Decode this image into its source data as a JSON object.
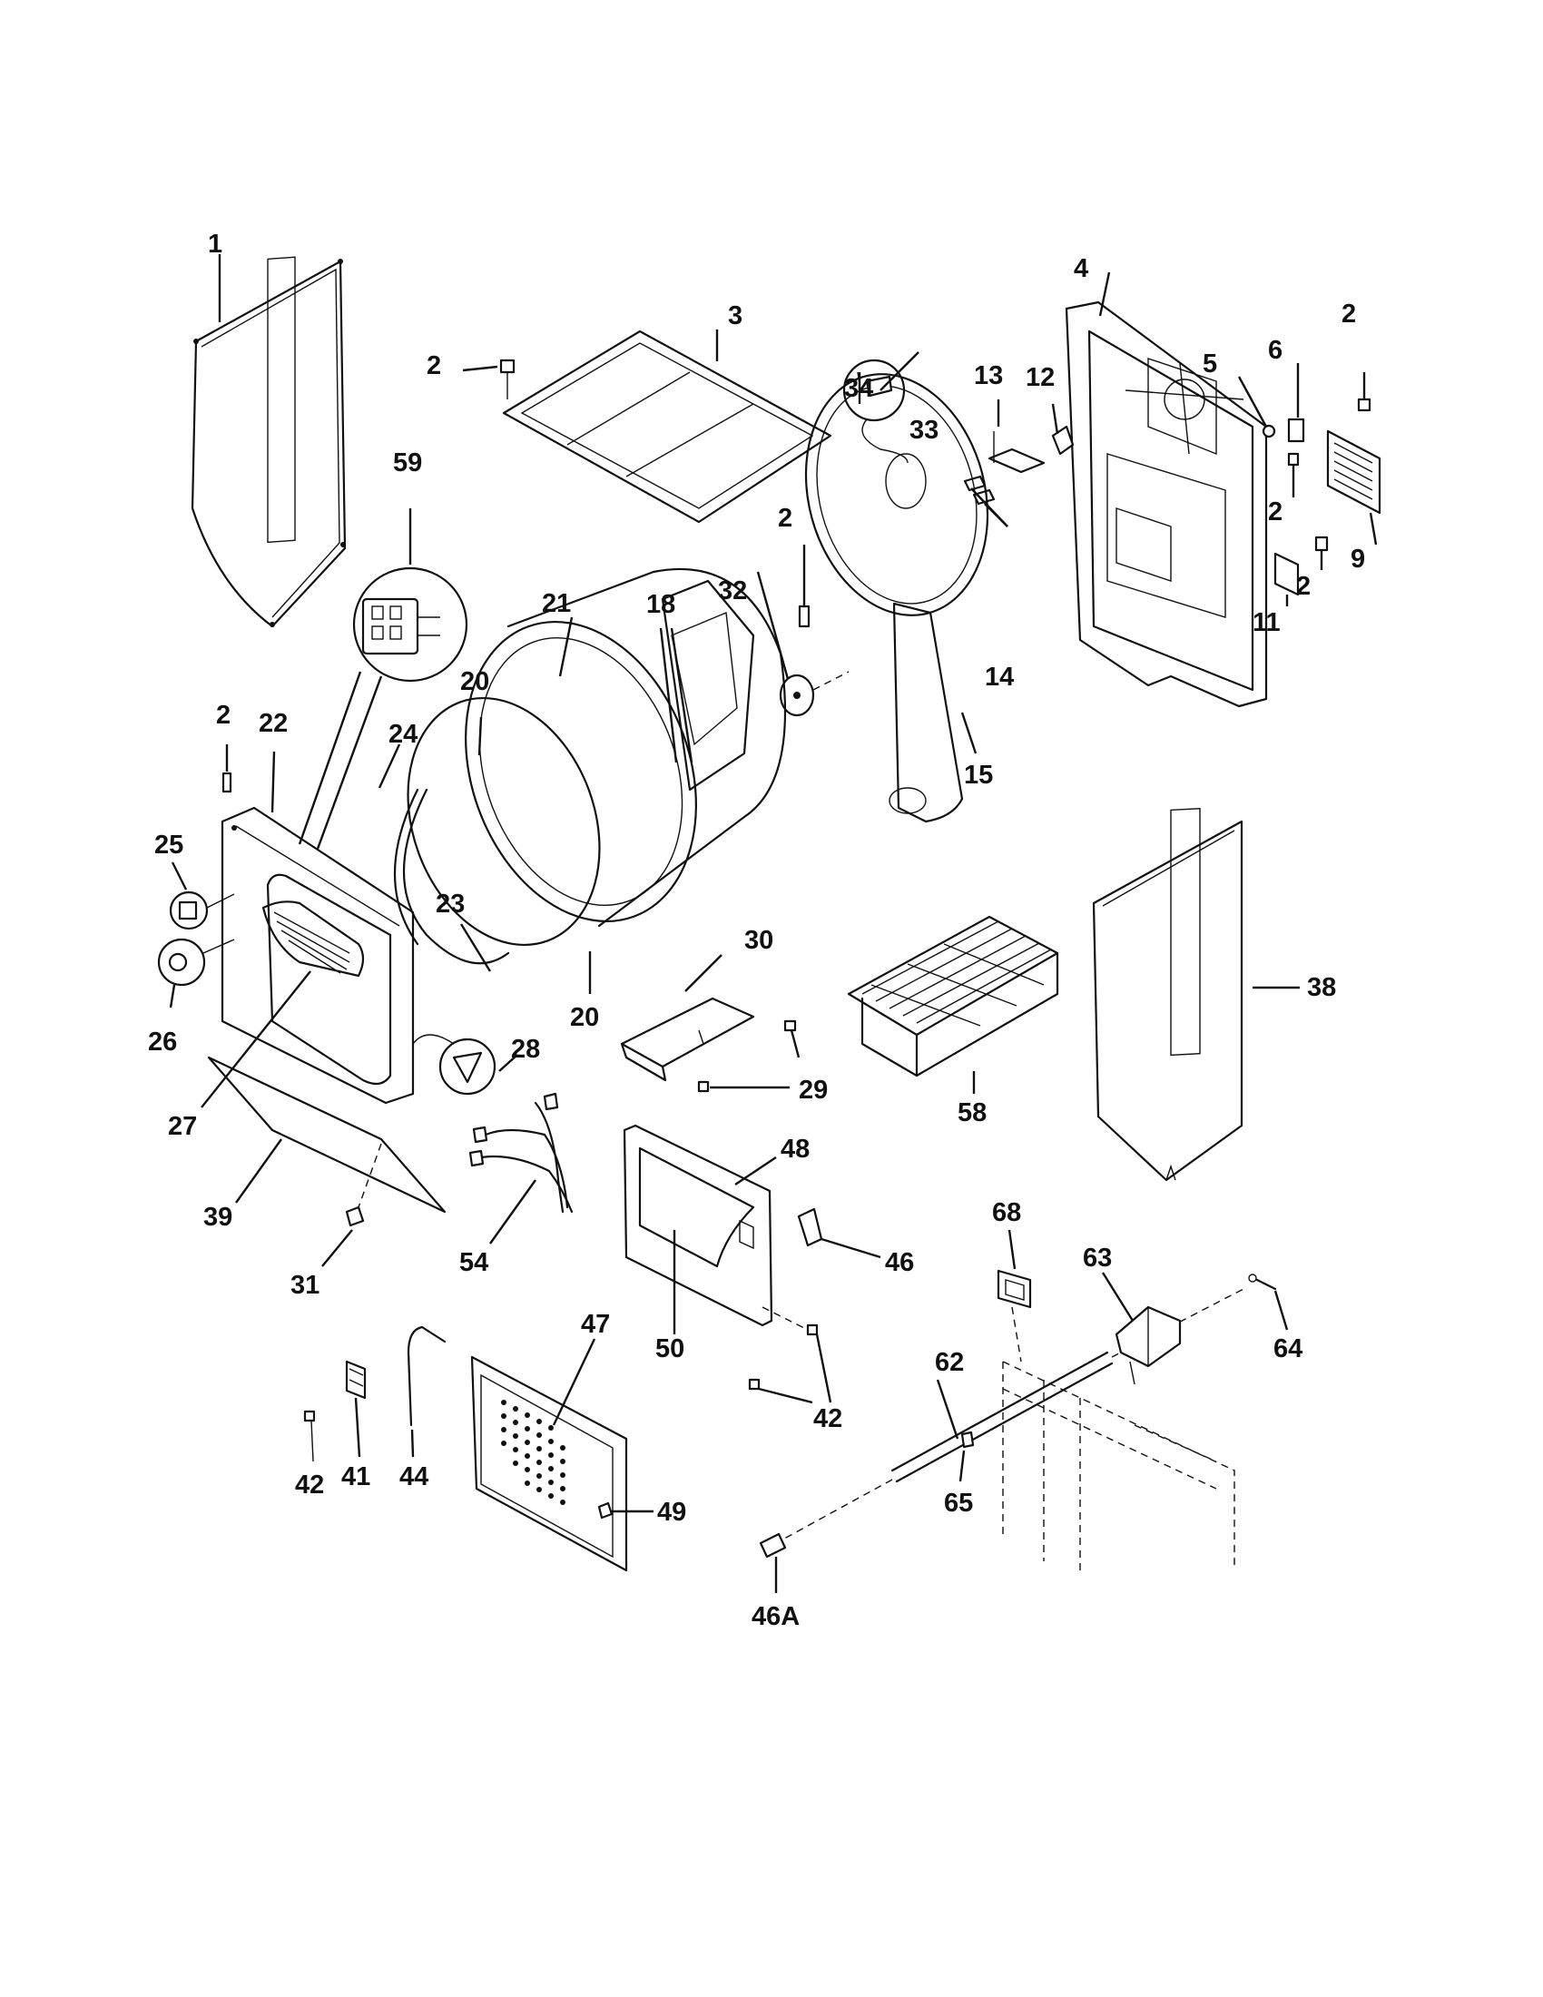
{
  "callouts": {
    "c1": "1",
    "c2a": "2",
    "c2b": "2",
    "c2c": "2",
    "c2d": "2",
    "c2e": "2",
    "c2f": "2",
    "c3": "3",
    "c4": "4",
    "c5": "5",
    "c6": "6",
    "c9": "9",
    "c11": "11",
    "c12": "12",
    "c13": "13",
    "c14": "14",
    "c15": "15",
    "c18": "18",
    "c20a": "20",
    "c20b": "20",
    "c21": "21",
    "c22": "22",
    "c23": "23",
    "c24": "24",
    "c25": "25",
    "c26": "26",
    "c27": "27",
    "c28": "28",
    "c29": "29",
    "c30": "30",
    "c31": "31",
    "c32": "32",
    "c33": "33",
    "c34": "34",
    "c38": "38",
    "c39": "39",
    "c41": "41",
    "c42a": "42",
    "c42b": "42",
    "c44": "44",
    "c46": "46",
    "c46A": "46A",
    "c47": "47",
    "c48": "48",
    "c49": "49",
    "c50": "50",
    "c54": "54",
    "c58": "58",
    "c59": "59",
    "c62": "62",
    "c63": "63",
    "c64": "64",
    "c65": "65",
    "c68": "68"
  }
}
